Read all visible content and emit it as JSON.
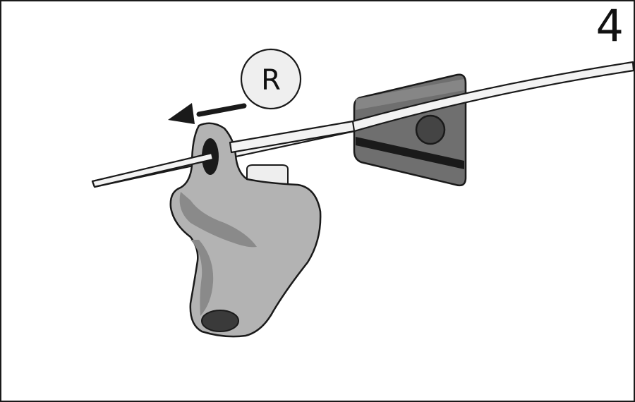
{
  "step": {
    "number": "4"
  },
  "side_marker": {
    "label": "R"
  },
  "direction": "left",
  "icons": [
    "ear-tip-icon",
    "wire-guide-icon",
    "arrow-left-icon"
  ],
  "colors": {
    "outline": "#1a1a1a",
    "wire_fill": "#f3f3f3",
    "earpiece_light": "#b3b3b3",
    "earpiece_shadow": "#8a8a8a",
    "bracket_dark": "#6f6f6f",
    "marker_fill": "#efefef"
  }
}
